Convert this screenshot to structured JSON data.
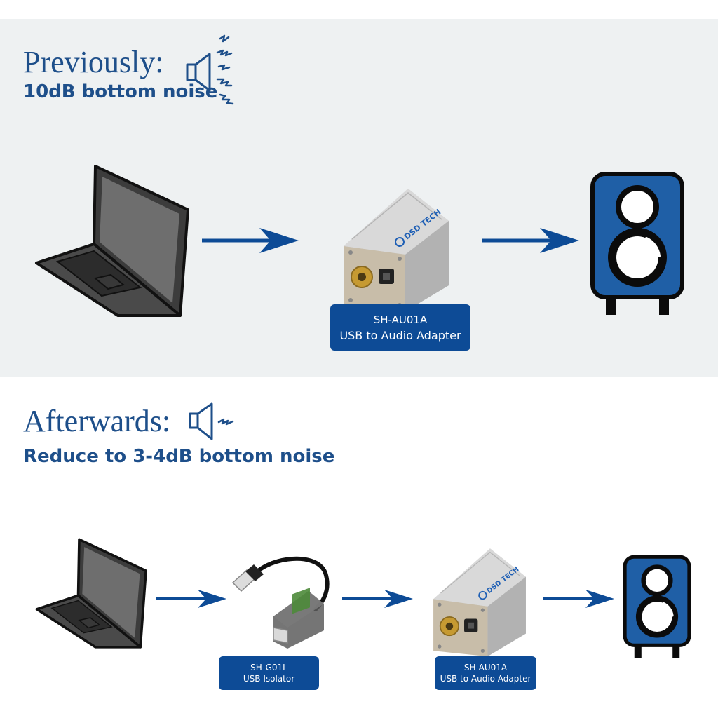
{
  "previously": {
    "heading": "Previously:",
    "noise_text": "10dB bottom noise"
  },
  "afterwards": {
    "heading": "Afterwards:",
    "noise_text": "Reduce to 3-4dB bottom noise"
  },
  "devices": {
    "audio_adapter": {
      "model": "SH-AU01A",
      "description": "USB to Audio Adapter",
      "brand": "DSD TECH"
    },
    "usb_isolator": {
      "model": "SH-G01L",
      "description": "USB Isolator"
    }
  },
  "icons": [
    "speaker-loud-icon",
    "speaker-quiet-icon",
    "laptop-icon",
    "arrow-right-icon",
    "bookshelf-speaker-icon"
  ],
  "colors": {
    "brand_blue": "#0d4b96",
    "heading_blue": "#1e4f8a",
    "speaker_blue": "#1f5fa6",
    "adapter_silver": "#c9c9c9",
    "top_panel_bg": "#eef1f2"
  }
}
